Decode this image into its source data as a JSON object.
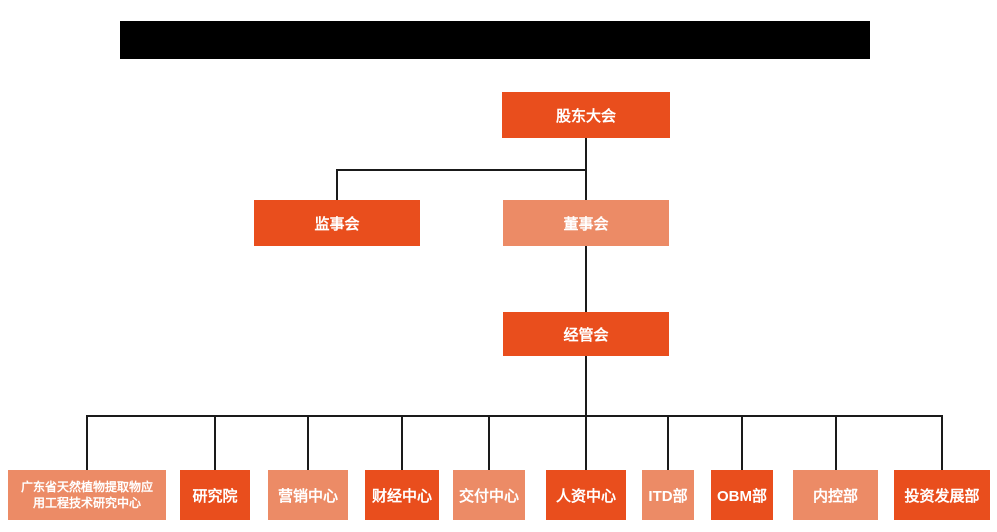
{
  "page": {
    "background": "#ffffff"
  },
  "redacted_title_bar": {
    "text": ""
  },
  "colors": {
    "node_primary": "#E94E1D",
    "node_secondary": "#EC8B66",
    "connector": "#1a1a1a",
    "node_text": "#ffffff",
    "redaction": "#000000"
  },
  "org_chart": {
    "type": "org-tree",
    "nodes": {
      "shareholders_meeting": {
        "label": "股东大会",
        "variant": "primary"
      },
      "supervisory_board": {
        "label": "监事会",
        "variant": "primary"
      },
      "board_of_directors": {
        "label": "董事会",
        "variant": "secondary"
      },
      "management_committee": {
        "label": "经管会",
        "variant": "primary"
      },
      "research_center": {
        "label": "广东省天然植物提取物应用工程技术研究中心",
        "variant": "secondary"
      },
      "research_institute": {
        "label": "研究院",
        "variant": "primary"
      },
      "marketing_center": {
        "label": "营销中心",
        "variant": "secondary"
      },
      "finance_center": {
        "label": "财经中心",
        "variant": "primary"
      },
      "delivery_center": {
        "label": "交付中心",
        "variant": "secondary"
      },
      "itd_department": {
        "label": "ITD部",
        "variant": "secondary"
      },
      "hr_center": {
        "label": "人资中心",
        "variant": "primary"
      },
      "obm_department": {
        "label": "OBM部",
        "variant": "primary"
      },
      "internal_control_department": {
        "label": "内控部",
        "variant": "secondary"
      },
      "investment_development_department": {
        "label": "投资发展部",
        "variant": "primary"
      }
    },
    "hierarchy": {
      "root": "shareholders_meeting",
      "children_of_shareholders_meeting": [
        "supervisory_board",
        "board_of_directors"
      ],
      "children_of_board_of_directors": [
        "management_committee"
      ],
      "children_of_management_committee": [
        "research_center",
        "research_institute",
        "marketing_center",
        "finance_center",
        "delivery_center",
        "hr_center",
        "itd_department",
        "obm_department",
        "internal_control_department",
        "investment_development_department"
      ]
    }
  }
}
